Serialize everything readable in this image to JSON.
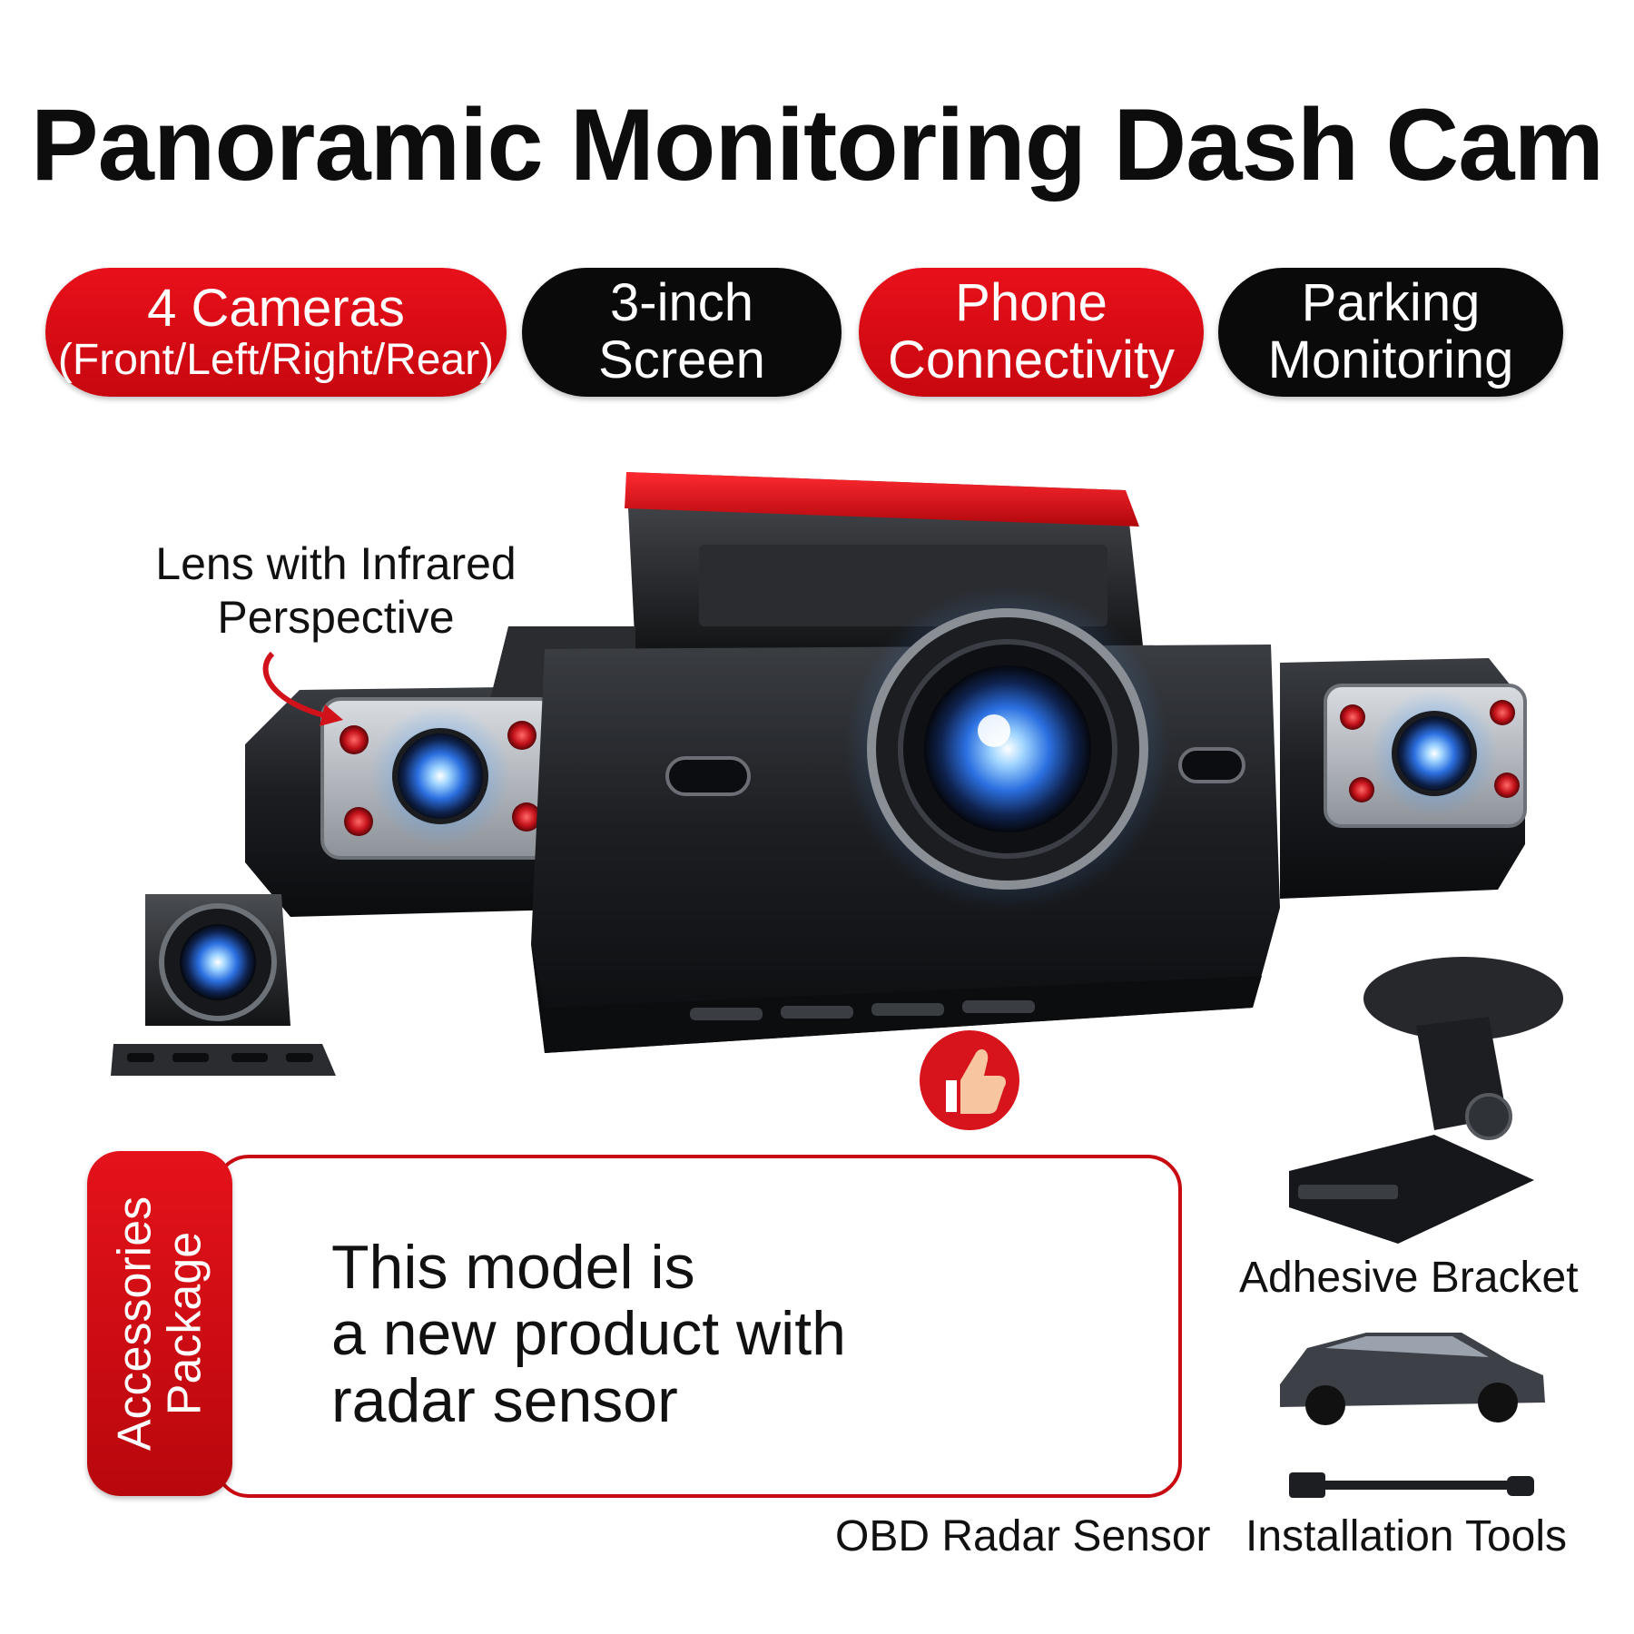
{
  "title": "Panoramic Monitoring Dash Cam",
  "features": [
    {
      "line1": "4 Cameras",
      "line2": "(Front/Left/Right/Rear)",
      "color": "#e0101a"
    },
    {
      "line1": "3-inch",
      "line2": "Screen",
      "color": "#0a0a0a"
    },
    {
      "line1": "Phone",
      "line2": "Connectivity",
      "color": "#e0101a"
    },
    {
      "line1": "Parking",
      "line2": "Monitoring",
      "color": "#0a0a0a"
    }
  ],
  "callout": {
    "line1": "Lens with Infrared",
    "line2": "Perspective"
  },
  "accessories": {
    "tab_line1": "Accessories",
    "tab_line2": "Package",
    "desc_line1": "This model is",
    "desc_line2": "a new product with",
    "desc_line3": "radar sensor"
  },
  "items": {
    "obd": "OBD Radar Sensor",
    "bracket": "Adhesive Bracket",
    "tools": "Installation Tools"
  },
  "icons": [
    "thumbs-up-icon",
    "arrow-icon"
  ],
  "colors": {
    "accent_red": "#e0101a",
    "black": "#0a0a0a",
    "lens_blue": "#2b7bff"
  }
}
